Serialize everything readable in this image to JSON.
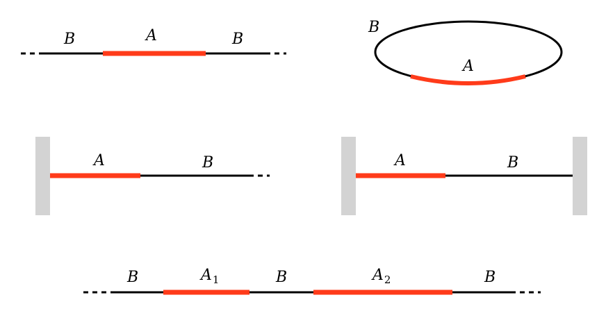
{
  "colors": {
    "region_a": "#ff3b1a",
    "region_b": "#000000",
    "wall": "#d3d3d3",
    "background": "#ffffff"
  },
  "panels": {
    "infinite_line": {
      "label_b_left": "B",
      "label_a": "A",
      "label_b_right": "B"
    },
    "circle": {
      "label_b": "B",
      "label_a": "A"
    },
    "semi_infinite": {
      "label_a": "A",
      "label_b": "B"
    },
    "finite_interval": {
      "label_a": "A",
      "label_b": "B"
    },
    "two_intervals": {
      "label_b1": "B",
      "label_a1_main": "A",
      "label_a1_sub": "1",
      "label_b2": "B",
      "label_a2_main": "A",
      "label_a2_sub": "2",
      "label_b3": "B"
    }
  }
}
